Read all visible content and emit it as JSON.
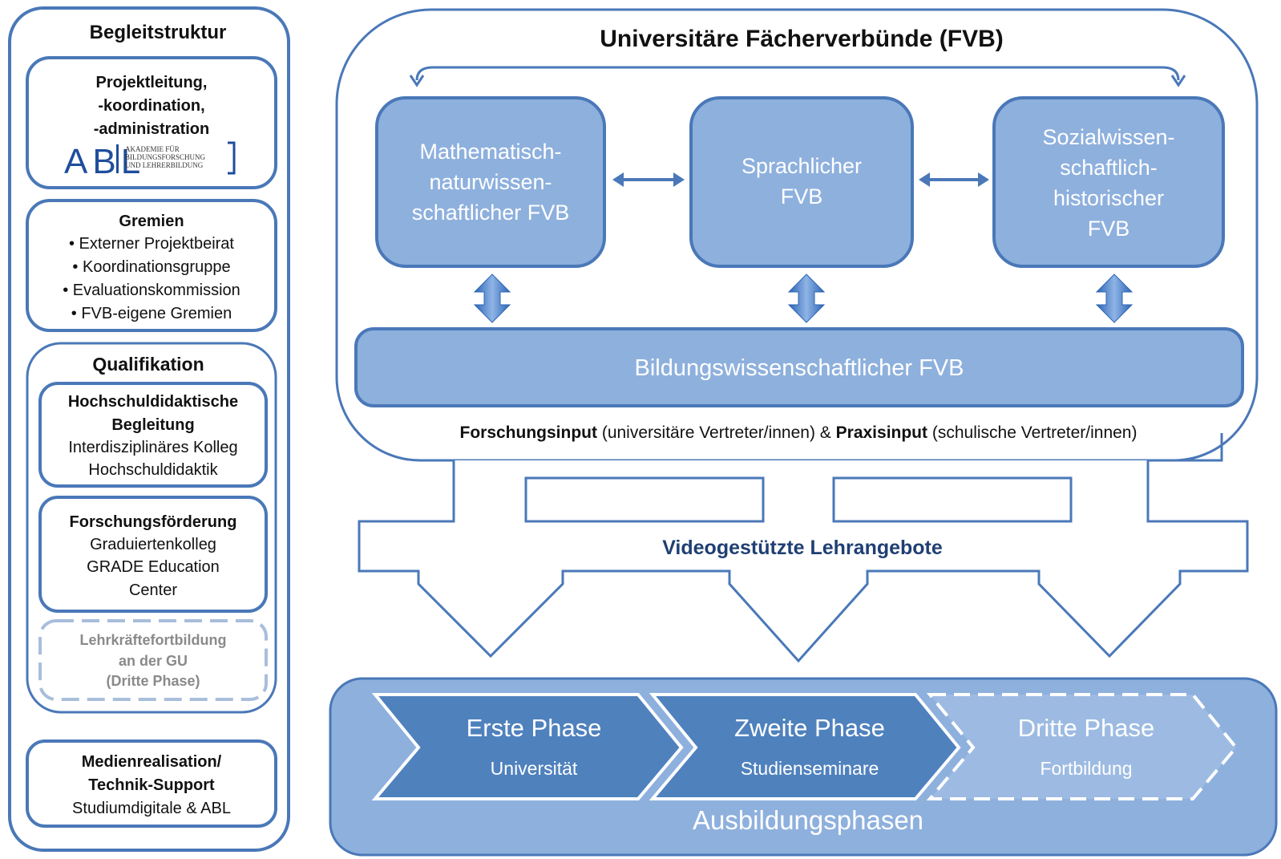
{
  "left_panel": {
    "title": "Begleitstruktur",
    "leitung": {
      "lines": [
        "Projektleitung,",
        "-koordination,",
        "-administration"
      ],
      "logo_letters": "ABL",
      "logo_text": [
        "AKADEMIE FÜR",
        "BILDUNGSFORSCHUNG",
        "UND LEHRERBILDUNG"
      ]
    },
    "gremien": {
      "title": "Gremien",
      "items": [
        "• Externer Projektbeirat",
        "• Koordinationsgruppe",
        "• Evaluationskommission",
        "• FVB-eigene Gremien"
      ]
    },
    "qualifikation": {
      "title": "Qualifikation",
      "hochschul": {
        "title_lines": [
          "Hochschuldidaktische",
          "Begleitung"
        ],
        "lines": [
          "Interdisziplinäres Kolleg",
          "Hochschuldidaktik"
        ]
      },
      "forschung": {
        "title": "Forschungsförderung",
        "lines": [
          "Graduiertenkolleg",
          "GRADE Education",
          "Center"
        ]
      },
      "fortbildung": {
        "lines": [
          "Lehrkräftefortbildung",
          "an der GU",
          "(Dritte Phase)"
        ]
      }
    },
    "medien": {
      "title_lines": [
        "Medienrealisation/",
        "Technik-Support"
      ],
      "line": "Studiumdigitale & ABL"
    }
  },
  "main": {
    "title": "Universitäre Fächerverbünde (FVB)",
    "fvb_boxes": [
      {
        "lines": [
          "Mathematisch-",
          "naturwissen-",
          "schaftlicher FVB"
        ]
      },
      {
        "lines": [
          "Sprachlicher",
          "FVB"
        ]
      },
      {
        "lines": [
          "Sozialwissen-",
          "schaftlich-",
          "historischer",
          "FVB"
        ]
      }
    ],
    "bildung_bar": "Bildungswissenschaftlicher FVB",
    "input_line": {
      "bold1": "Forschungsinput",
      "text1": " (universitäre Vertreter/innen) & ",
      "bold2": "Praxisinput",
      "text2": " (schulische Vertreter/innen)"
    },
    "video_label": "Videogestützte Lehrangebote"
  },
  "phases": {
    "label": "Ausbildungsphasen",
    "items": [
      {
        "title": "Erste Phase",
        "subtitle": "Universität"
      },
      {
        "title": "Zweite Phase",
        "subtitle": "Studienseminare"
      },
      {
        "title": "Dritte Phase",
        "subtitle": "Fortbildung"
      }
    ]
  },
  "colors": {
    "accent_blue": "#4a78b8",
    "light_blue": "#8eb0dd",
    "phase_dark": "#4f81bd",
    "phase_faded": "#9dbbe2",
    "dashed_gray": "#a8bedb"
  }
}
